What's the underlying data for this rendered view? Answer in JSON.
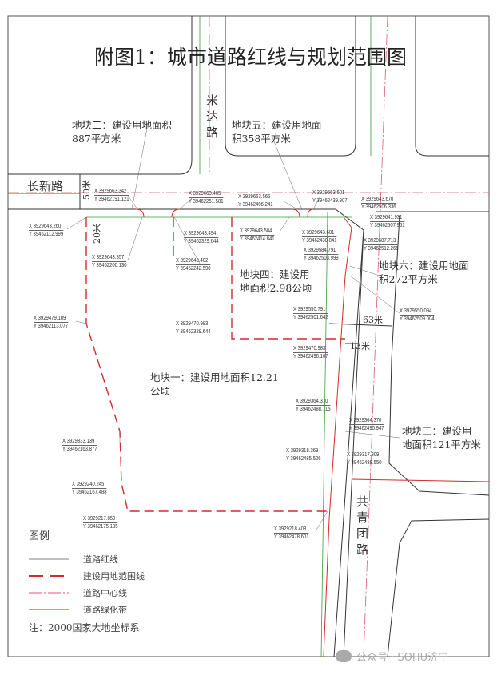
{
  "title": "附图1：城市道路红线与规划范围图",
  "roads": {
    "changxin": "长新路",
    "mida": "米达路",
    "gongqingtuan": "共青团路"
  },
  "dimensions": [
    "50米",
    "20米",
    "63米",
    "13米"
  ],
  "parcels": [
    {
      "line1": "地块二：建设用地面积",
      "line2": "887平方米"
    },
    {
      "line1": "地块五：建设用地面",
      "line2": "积358平方米"
    },
    {
      "line1": "地块六：建设用地面",
      "line2": "积272平方米"
    },
    {
      "line1": "地块四：建设用",
      "line2": "地面积2.98公顷"
    },
    {
      "line1": "地块一：建设用地面积12.21",
      "line2": "公顷"
    },
    {
      "line1": "地块三：建设用",
      "line2": "地面积121平方米"
    }
  ],
  "labels": [
    {
      "x": "X 3929663.342",
      "y": "Y 39462191.121"
    },
    {
      "x": "X 3929663.405",
      "y": "Y 39462251.581"
    },
    {
      "x": "X 3929663.566",
      "y": "Y 39462406.241"
    },
    {
      "x": "X 3929663.601",
      "y": "Y 39462439.907"
    },
    {
      "x": "X 3929643.670",
      "y": "Y 39462506.336"
    },
    {
      "x": "X 3929641.931",
      "y": "Y 39462507.961"
    },
    {
      "x": "X 3929643.260",
      "y": "Y 39462112.999"
    },
    {
      "x": "X 3929643.494",
      "y": "Y 39462329.644"
    },
    {
      "x": "X 3929643.584",
      "y": "Y 39462414.841"
    },
    {
      "x": "X 3929643.601",
      "y": "Y 39462430.841"
    },
    {
      "x": "X 3929587.713",
      "y": "Y 39462512.266"
    },
    {
      "x": "X 3929584.791",
      "y": "Y 39462503.999"
    },
    {
      "x": "X 3929643.357",
      "y": "Y 39462200.130"
    },
    {
      "x": "X 3929643.402",
      "y": "Y 39462242.590"
    },
    {
      "x": "X 3929550.791",
      "y": "Y 39462501.642"
    },
    {
      "x": "X 3929550.094",
      "y": "Y 39462509.004"
    },
    {
      "x": "X 3929479.189",
      "y": "Y 39462113.077"
    },
    {
      "x": "X 3929470.983",
      "y": "Y 39462329.644"
    },
    {
      "x": "X 3929470.983",
      "y": "Y 39462496.107"
    },
    {
      "x": "X 3929364.370",
      "y": "Y 39462488.715"
    },
    {
      "x": "X 3929364.370",
      "y": "Y 39462490.947"
    },
    {
      "x": "X 3929318.369",
      "y": "Y 39462485.526"
    },
    {
      "x": "X 3929317.809",
      "y": "Y 39462488.550"
    },
    {
      "x": "X 3929333.139",
      "y": "Y 39462163.877"
    },
    {
      "x": "X 3929240.245",
      "y": "Y 39462167.488"
    },
    {
      "x": "X 3929217.850",
      "y": "Y 39462175.105"
    },
    {
      "x": "X 3929218.403",
      "y": "Y 39462478.601"
    }
  ],
  "legend": {
    "title": "图例",
    "items": [
      {
        "label": "道路红线",
        "color": "#999999"
      },
      {
        "label": "建设用地范围线",
        "color": "#d42a2a"
      },
      {
        "label": "道路中心线",
        "color": "#e05a6a"
      },
      {
        "label": "道路绿化带",
        "color": "#3a9a3a"
      }
    ],
    "note": "注：2000国家大地坐标系"
  },
  "watermark": "公众号 · SOHU济宁"
}
